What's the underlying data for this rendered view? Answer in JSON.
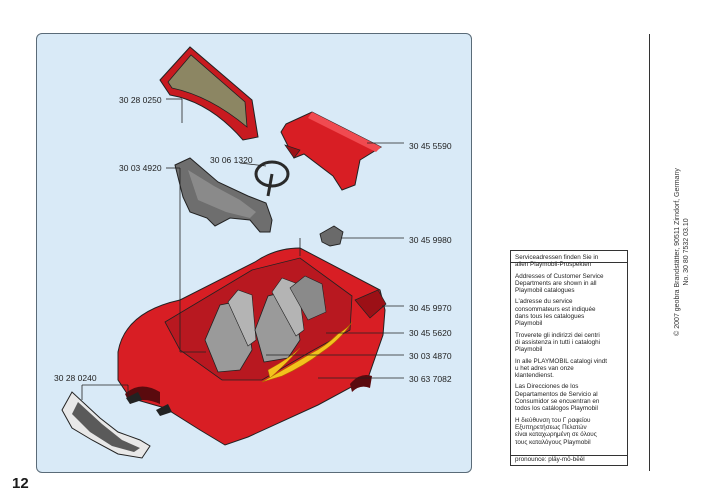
{
  "page_number": "12",
  "parts": [
    {
      "id": "30 28 0250"
    },
    {
      "id": "30 03 4920"
    },
    {
      "id": "30 06 1320"
    },
    {
      "id": "30 45 5590"
    },
    {
      "id": "30 45 9980"
    },
    {
      "id": "30 45 9970"
    },
    {
      "id": "30 45 5620"
    },
    {
      "id": "30 03 4870"
    },
    {
      "id": "30 63 7082"
    },
    {
      "id": "30 28 0240"
    }
  ],
  "service_info": {
    "de": [
      "Serviceadressen finden Sie in",
      "allen Playmobil-Prospekten"
    ],
    "en": [
      "Addresses of Customer Service",
      "Departments are shown in all",
      "Playmobil catalogues"
    ],
    "fr": [
      "L'adresse du service",
      "consommateurs est indiquée",
      "dans tous les catalogues",
      "Playmobil"
    ],
    "it": [
      "Troverete gli indirizzi dei centri",
      "di assistenza in tutti i cataloghi",
      "Playmobil"
    ],
    "nl": [
      "In alle PLAYMOBIL catalogi vindt",
      "u het adres van onze",
      "klantendienst."
    ],
    "es": [
      "Las Direcciones de los",
      "Departamentos de Servicio al",
      "Consumidor se encuentran en",
      "todos los catálogos Playmobil"
    ],
    "el": [
      "Η διεύθυνση του Γ ραφείου",
      "Εξυπηρετήσεως Πελατών",
      "είναι καταχωρημένη σε όλους",
      "τους καταλόγους Playmobil"
    ],
    "pronounce": "pronounce: pläy-mō-bēēl"
  },
  "copyright": {
    "line1": "© 2007 geobra Brandstätter, 90511 Zirndorf, Germany",
    "line2": "No. 30 80 7532    03.10"
  },
  "colors": {
    "panel_bg": "#d9eaf7",
    "car_red": "#d81e24",
    "car_dark_red": "#9c1016",
    "seat_grey": "#9a9a9a",
    "dash_grey": "#6a6a6a",
    "window_tint": "#8c8663",
    "flame_yellow": "#f3c21d"
  }
}
